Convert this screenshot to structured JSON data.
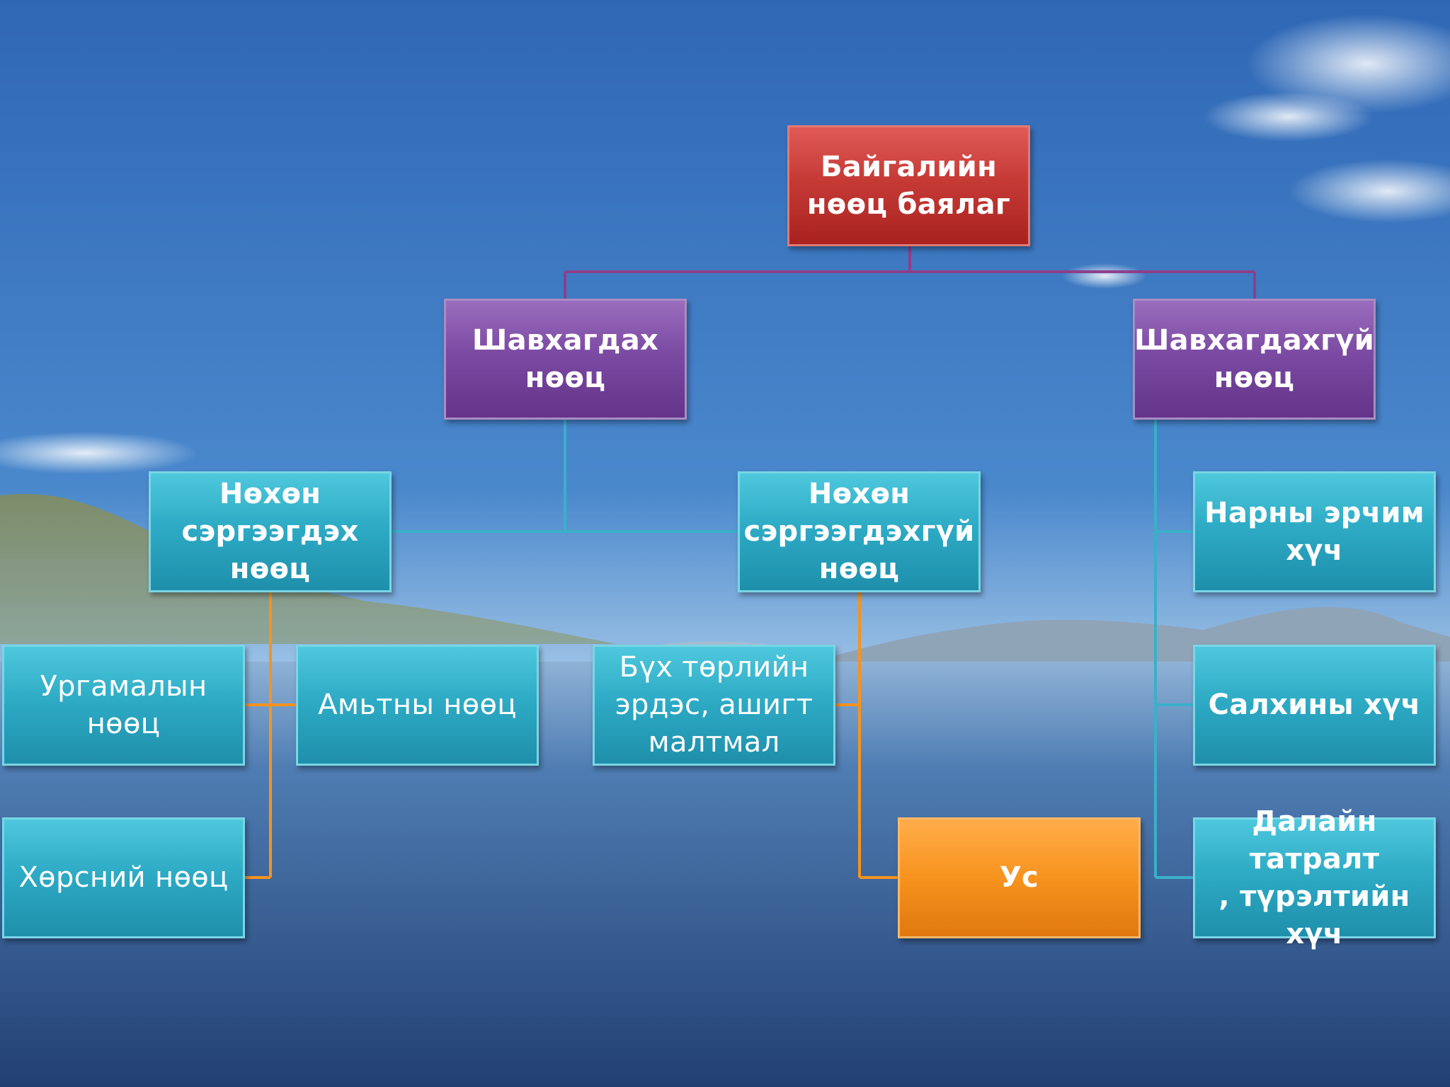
{
  "diagram": {
    "root": {
      "label": "Байгалийн\nнөөц баялаг"
    },
    "renewable": {
      "label": "Шавхагдах\nнөөц"
    },
    "nonexhaustible": {
      "label": "Шавхагдахгүй\nнөөц"
    },
    "regenerating": {
      "label": "Нөхөн\nсэргээгдэх нөөц"
    },
    "nonregenerating": {
      "label": "Нөхөн\nсэргээгдэхгүй\nнөөц"
    },
    "plant": {
      "label": "Ургамалын\nнөөц"
    },
    "animal": {
      "label": "Амьтны нөөц"
    },
    "soil": {
      "label": "Хөрсний нөөц"
    },
    "minerals": {
      "label": "Бүх төрлийн\nэрдэс, ашигт\nмалтмал"
    },
    "water": {
      "label": "Ус"
    },
    "solar": {
      "label": "Нарны эрчим\nхүч"
    },
    "wind": {
      "label": "Салхины хүч"
    },
    "tidal": {
      "label": "Далайн татралт\n, түрэлтийн хүч"
    }
  },
  "colors": {
    "root": "#c0392b",
    "purple": "#7b4aa3",
    "teal": "#2eabc5",
    "orange": "#f7931e",
    "line_root": "#8e3f8a",
    "line_teal": "#3ab0c9",
    "line_orange": "#f7931e"
  }
}
